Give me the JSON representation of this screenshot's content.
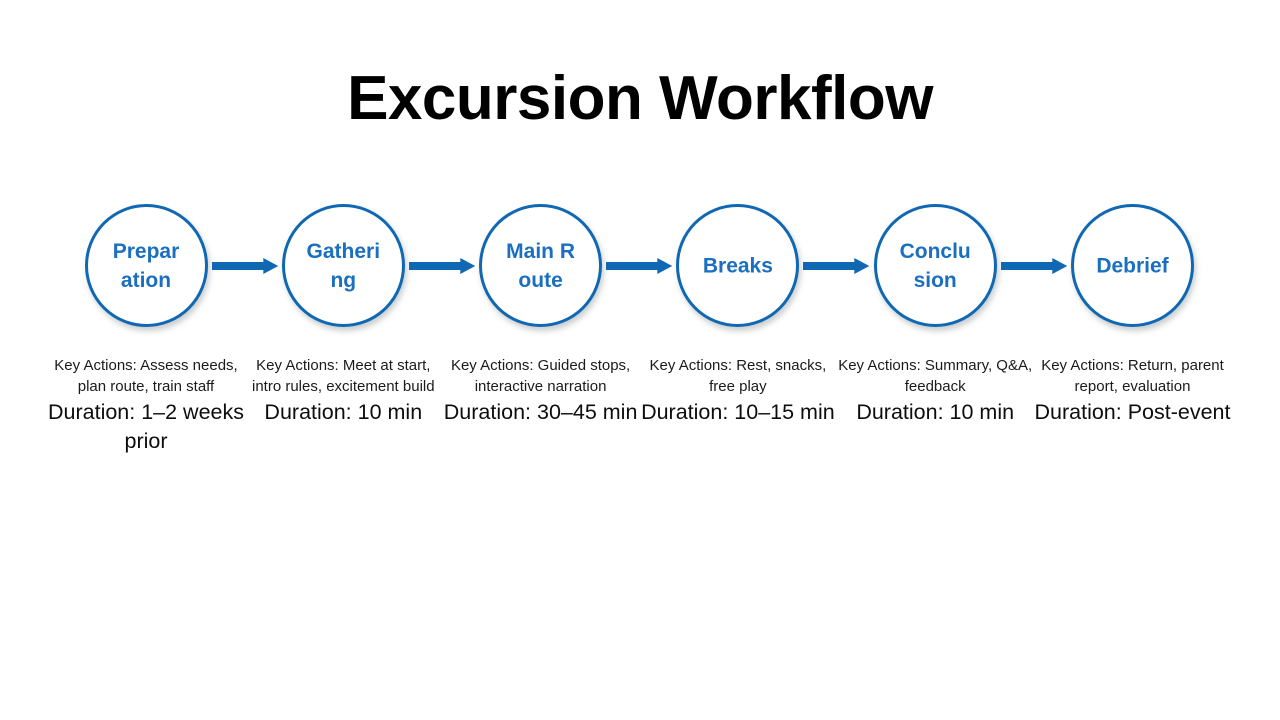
{
  "slide": {
    "title": "Excursion Workflow",
    "background_color": "#FFFFFF",
    "accent_color": "#1068B3",
    "node_text_color": "#1A6FC0",
    "arrow_color": "#1068B3",
    "caption_color": "#1B1B1B"
  },
  "nodes": [
    {
      "label": "Preparation",
      "actions": "Key Actions: Assess needs, plan route, train staff",
      "duration": "Duration: 1–2 weeks prior"
    },
    {
      "label": "Gathering",
      "actions": "Key Actions: Meet at start, intro rules, excitement build",
      "duration": "Duration: 10 min"
    },
    {
      "label": "Main Route",
      "actions": "Key Actions: Guided stops, interactive narration",
      "duration": "Duration: 30–45 min"
    },
    {
      "label": "Breaks",
      "actions": "Key Actions: Rest, snacks, free play",
      "duration": "Duration: 10–15 min"
    },
    {
      "label": "Conclusion",
      "actions": "Key Actions: Summary, Q&A, feedback",
      "duration": "Duration: 10 min"
    },
    {
      "label": "Debrief",
      "actions": "Key Actions: Return, parent report, evaluation",
      "duration": "Duration: Post-event"
    }
  ],
  "arrows": [
    {
      "name": "arrow-preparation-to-gathering"
    },
    {
      "name": "arrow-gathering-to-main-route"
    },
    {
      "name": "arrow-main-route-to-breaks"
    },
    {
      "name": "arrow-breaks-to-conclusion"
    },
    {
      "name": "arrow-conclusion-to-debrief"
    }
  ]
}
